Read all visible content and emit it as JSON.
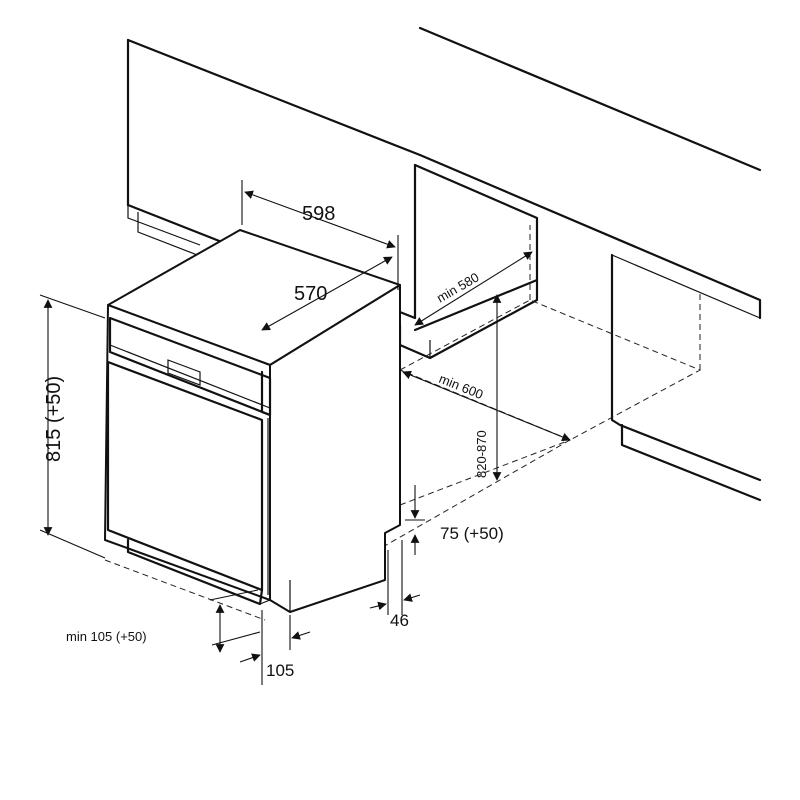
{
  "dimensions": {
    "width_598": "598",
    "depth_570": "570",
    "height_815": "815 (+50)",
    "min_580": "min 580",
    "min_600": "min 600",
    "height_820_870": "820-870",
    "plinth_75": "75 (+50)",
    "offset_46": "46",
    "min_105": "min 105 (+50)",
    "offset_105": "105"
  },
  "colors": {
    "line": "#111111",
    "background": "#ffffff"
  }
}
